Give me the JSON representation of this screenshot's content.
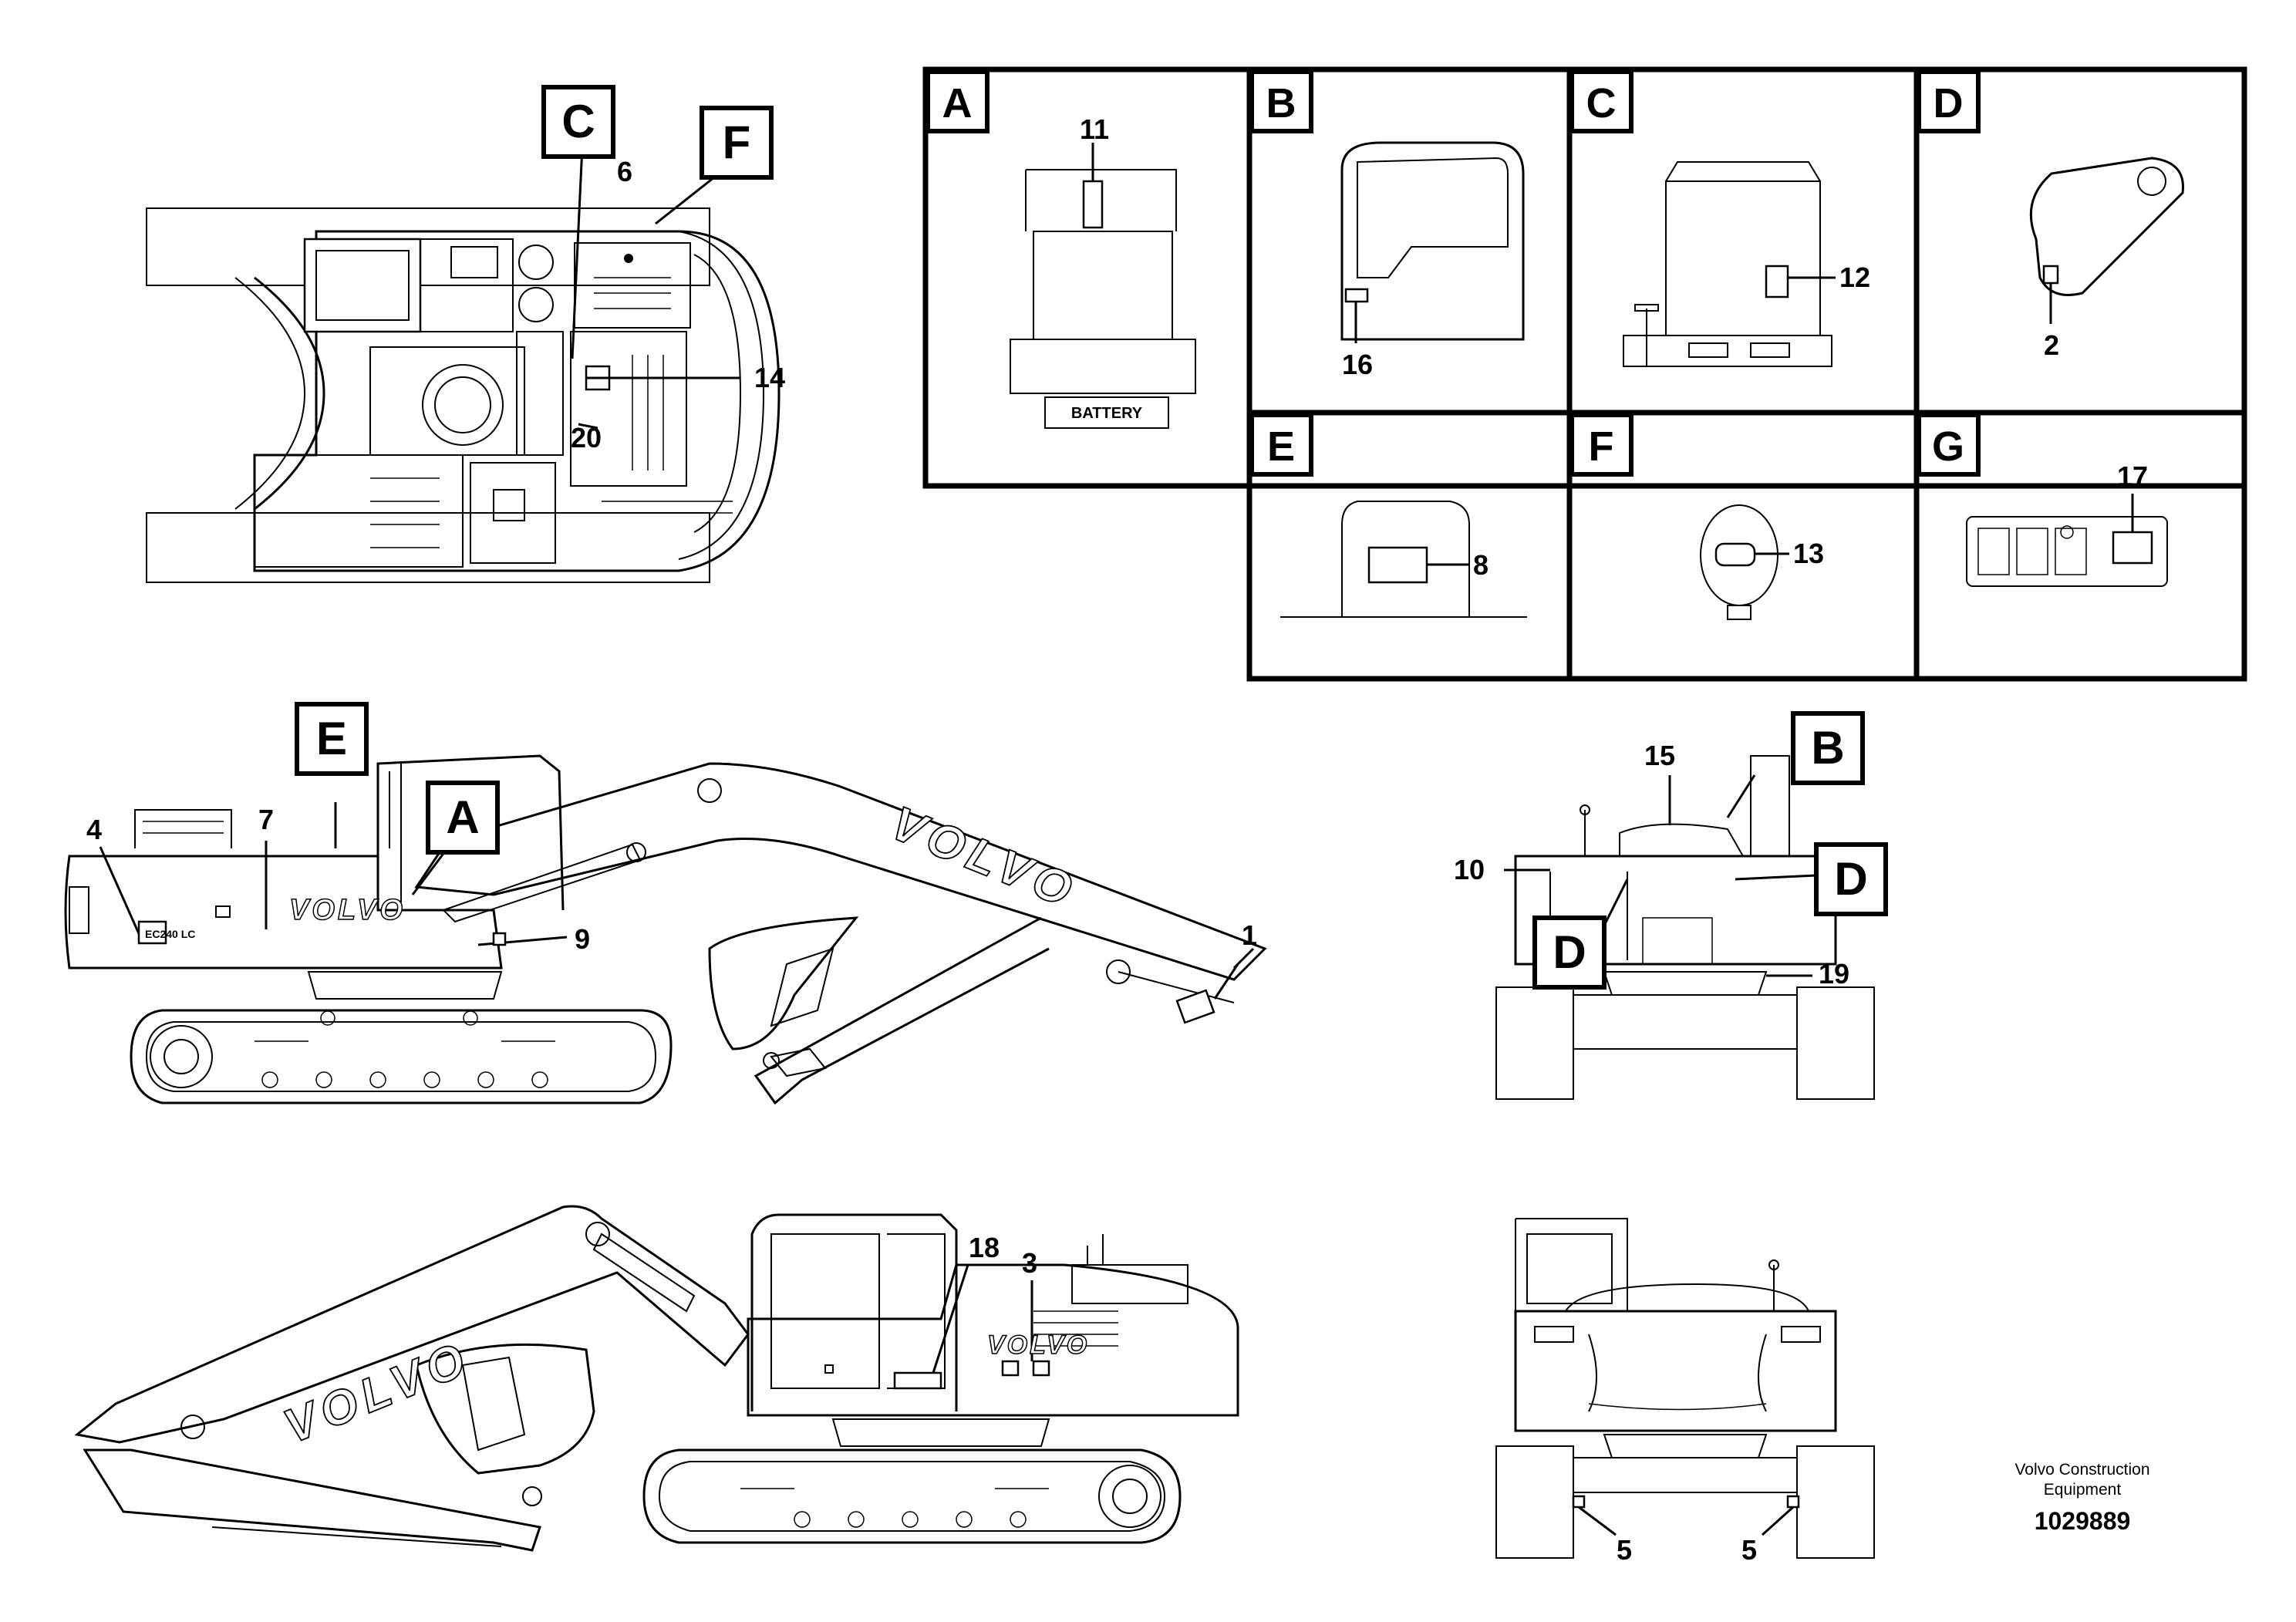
{
  "callout_boxes": {
    "top_c": "C",
    "top_f": "F",
    "side_e": "E",
    "side_a": "A",
    "rear_b": "B",
    "rear_d_right": "D",
    "rear_d_left": "D"
  },
  "detail_panels": [
    {
      "letter": "A",
      "part_number": "11",
      "text": "BATTERY"
    },
    {
      "letter": "B",
      "part_number": "16"
    },
    {
      "letter": "C",
      "part_number": "12"
    },
    {
      "letter": "D",
      "part_number": "2"
    },
    {
      "letter": "E",
      "part_number": "8"
    },
    {
      "letter": "F",
      "part_number": "13"
    },
    {
      "letter": "G",
      "part_number": "17"
    }
  ],
  "part_numbers": {
    "top_view": [
      "6",
      "14",
      "20"
    ],
    "left_side": [
      "4",
      "7",
      "9",
      "1"
    ],
    "rear_view": [
      "15",
      "10",
      "19"
    ],
    "right_side": [
      "18",
      "3"
    ],
    "front_view": [
      "5",
      "5"
    ]
  },
  "brand_lettering": [
    "VOLVO",
    "VOLVO",
    "VOLVO",
    "VOLVO"
  ],
  "model_badge": "EC240 LC",
  "footer": {
    "company_line1": "Volvo Construction",
    "company_line2": "Equipment",
    "drawing_number": "1029889"
  }
}
